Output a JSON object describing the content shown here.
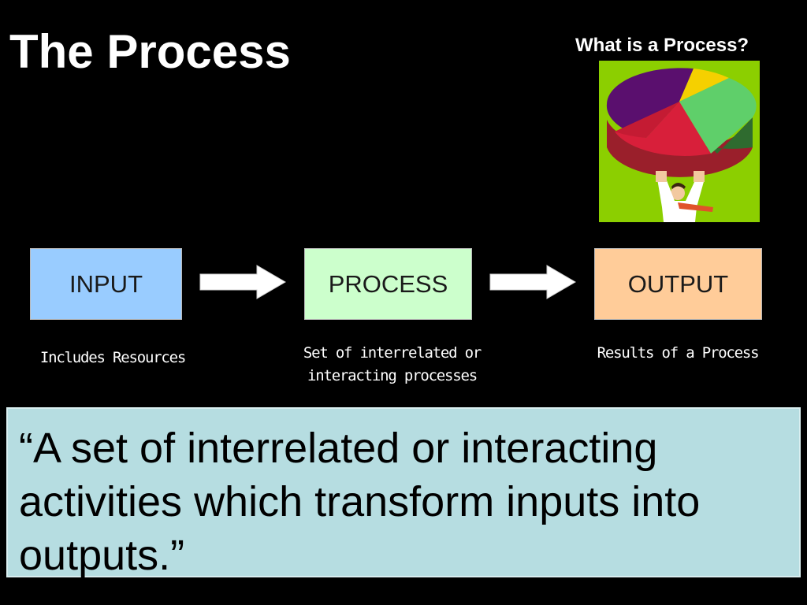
{
  "slide": {
    "title": "The Process",
    "subtitle": "What is a Process?",
    "clipart": "person-holding-pie-chart-image"
  },
  "flow": {
    "steps": [
      {
        "label": "INPUT",
        "caption": "Includes Resources",
        "color": "#99ccff"
      },
      {
        "label": "PROCESS",
        "caption": "Set of interrelated or\ninteracting processes",
        "color": "#ccffcc"
      },
      {
        "label": "OUTPUT",
        "caption": "Results of a Process",
        "color": "#ffcc99"
      }
    ],
    "connectors": [
      "arrow-right-icon",
      "arrow-right-icon"
    ]
  },
  "definition": {
    "text": "“A set of interrelated or interacting activities which transform inputs into outputs.”",
    "background": "#b6dde1"
  }
}
